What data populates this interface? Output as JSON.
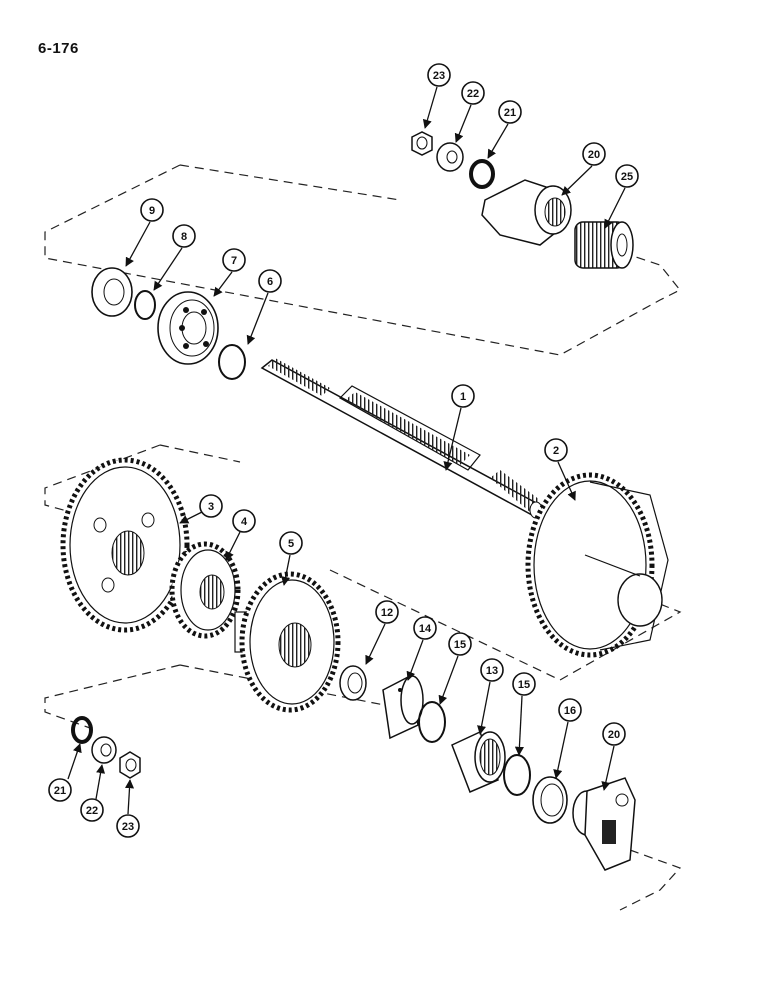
{
  "page": {
    "number": "6-176"
  },
  "colors": {
    "ink": "#111111",
    "paper": "#ffffff"
  },
  "callouts": [
    {
      "id": "c23a",
      "label": "23",
      "part": "nut"
    },
    {
      "id": "c22a",
      "label": "22",
      "part": "washer"
    },
    {
      "id": "c21a",
      "label": "21",
      "part": "seal ring"
    },
    {
      "id": "c20a",
      "label": "20",
      "part": "yoke flange"
    },
    {
      "id": "c25",
      "label": "25",
      "part": "splined coupler"
    },
    {
      "id": "c9",
      "label": "9",
      "part": "seal"
    },
    {
      "id": "c8",
      "label": "8",
      "part": "snap ring"
    },
    {
      "id": "c7",
      "label": "7",
      "part": "ball bearing"
    },
    {
      "id": "c6",
      "label": "6",
      "part": "snap ring"
    },
    {
      "id": "c1",
      "label": "1",
      "part": "splined shaft"
    },
    {
      "id": "c2",
      "label": "2",
      "part": "large gear"
    },
    {
      "id": "c3",
      "label": "3",
      "part": "gear"
    },
    {
      "id": "c4",
      "label": "4",
      "part": "small gear"
    },
    {
      "id": "c5",
      "label": "5",
      "part": "cluster gear"
    },
    {
      "id": "c12",
      "label": "12",
      "part": "thrust washer"
    },
    {
      "id": "c14",
      "label": "14",
      "part": "sleeve"
    },
    {
      "id": "c15a",
      "label": "15",
      "part": "snap ring"
    },
    {
      "id": "c13",
      "label": "13",
      "part": "needle bearing"
    },
    {
      "id": "c15b",
      "label": "15",
      "part": "snap ring"
    },
    {
      "id": "c16",
      "label": "16",
      "part": "seal"
    },
    {
      "id": "c20b",
      "label": "20",
      "part": "yoke flange"
    },
    {
      "id": "c21b",
      "label": "21",
      "part": "seal ring"
    },
    {
      "id": "c22b",
      "label": "22",
      "part": "washer"
    },
    {
      "id": "c23b",
      "label": "23",
      "part": "nut"
    }
  ]
}
